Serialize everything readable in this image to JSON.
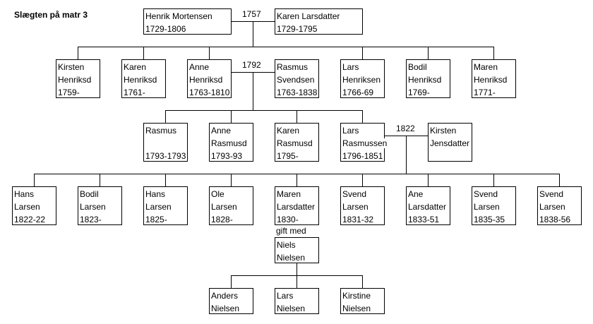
{
  "title": "Slægten på matr 3",
  "marriage_labels": {
    "m1757": "1757",
    "m1792": "1792",
    "m1822": "1822"
  },
  "gift_med": "gift med",
  "persons": [
    {
      "lines": [
        "Henrik Mortensen",
        "1729-1806"
      ]
    },
    {
      "lines": [
        "Karen Larsdatter",
        "1729-1795"
      ]
    },
    {
      "lines": [
        "Kirsten",
        "Henriksd",
        "1759-"
      ]
    },
    {
      "lines": [
        "Karen",
        "Henriksd",
        "1761-"
      ]
    },
    {
      "lines": [
        "Anne",
        "Henriksd",
        "1763-1810"
      ]
    },
    {
      "lines": [
        "Rasmus",
        "Svendsen",
        "1763-1838"
      ]
    },
    {
      "lines": [
        "Lars",
        "Henriksen",
        "1766-69"
      ]
    },
    {
      "lines": [
        "Bodil",
        "Henriksd",
        "1769-"
      ]
    },
    {
      "lines": [
        "Maren",
        "Henriksd",
        "1771-"
      ]
    },
    {
      "lines": [
        "Rasmus",
        "",
        "1793-1793"
      ]
    },
    {
      "lines": [
        "Anne",
        "Rasmusd",
        "1793-93"
      ]
    },
    {
      "lines": [
        "Karen",
        "Rasmusd",
        "1795-"
      ]
    },
    {
      "lines": [
        "Lars",
        "Rasmussen",
        "1796-1851"
      ]
    },
    {
      "lines": [
        "Kirsten",
        "Jensdatter"
      ]
    },
    {
      "lines": [
        "Hans",
        "Larsen",
        "1822-22"
      ]
    },
    {
      "lines": [
        "Bodil",
        "Larsen",
        "1823-"
      ]
    },
    {
      "lines": [
        "Hans",
        "Larsen",
        "1825-"
      ]
    },
    {
      "lines": [
        "Ole",
        "Larsen",
        "1828-"
      ]
    },
    {
      "lines": [
        "Maren",
        "Larsdatter",
        "1830-"
      ]
    },
    {
      "lines": [
        "Svend",
        "Larsen",
        "1831-32"
      ]
    },
    {
      "lines": [
        "Ane",
        "Larsdatter",
        "1833-51"
      ]
    },
    {
      "lines": [
        "Svend",
        "Larsen",
        "1835-35"
      ]
    },
    {
      "lines": [
        "Svend",
        "Larsen",
        "1838-56"
      ]
    },
    {
      "lines": [
        "Niels",
        "Nielsen"
      ]
    },
    {
      "lines": [
        "Anders",
        "Nielsen"
      ]
    },
    {
      "lines": [
        "Lars",
        "Nielsen"
      ]
    },
    {
      "lines": [
        "Kirstine",
        "Nielsen"
      ]
    }
  ]
}
